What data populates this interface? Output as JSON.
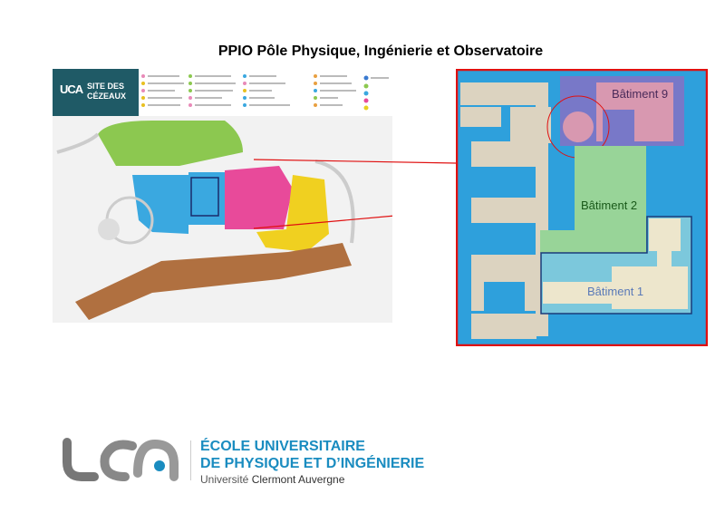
{
  "title": "PPIO Pôle Physique, Ingénierie et Observatoire",
  "campus_map": {
    "logo_text": "UCA",
    "site_label": "SITE DES CÉZEAUX"
  },
  "zoom_panel": {
    "buildings": [
      "Bâtiment 9",
      "Bâtiment 2",
      "Bâtiment 1"
    ]
  },
  "footer": {
    "line1": "ÉCOLE UNIVERSITAIRE",
    "line2": "DE PHYSIQUE ET D’INGÉNIERIE",
    "univ_prefix": "Université ",
    "univ_name": "Clermont Auvergne"
  },
  "colors": {
    "accent": "#1a8cc0",
    "highlight": "#e01010"
  }
}
